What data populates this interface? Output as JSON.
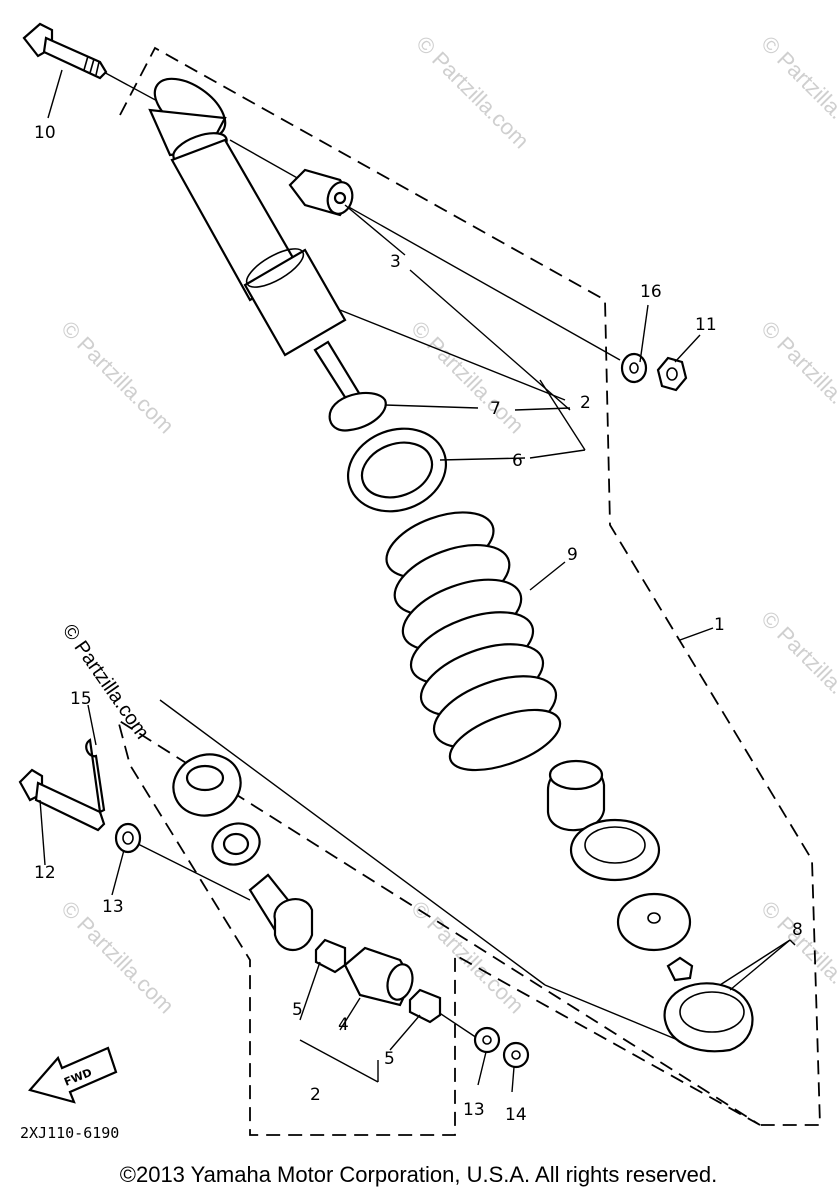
{
  "callouts": {
    "c1": "1",
    "c2a": "2",
    "c2b": "2",
    "c3": "3",
    "c4": "4",
    "c5a": "5",
    "c5b": "5",
    "c6": "6",
    "c7": "7",
    "c8": "8",
    "c9": "9",
    "c10": "10",
    "c11": "11",
    "c12": "12",
    "c13a": "13",
    "c13b": "13",
    "c14": "14",
    "c15": "15",
    "c16": "16"
  },
  "diagram_code": "2XJ110-6190",
  "fwd_label": "FWD",
  "watermark": "© Partzilla.com",
  "copyright": "©2013 Yamaha Motor Corporation, U.S.A. All rights reserved."
}
